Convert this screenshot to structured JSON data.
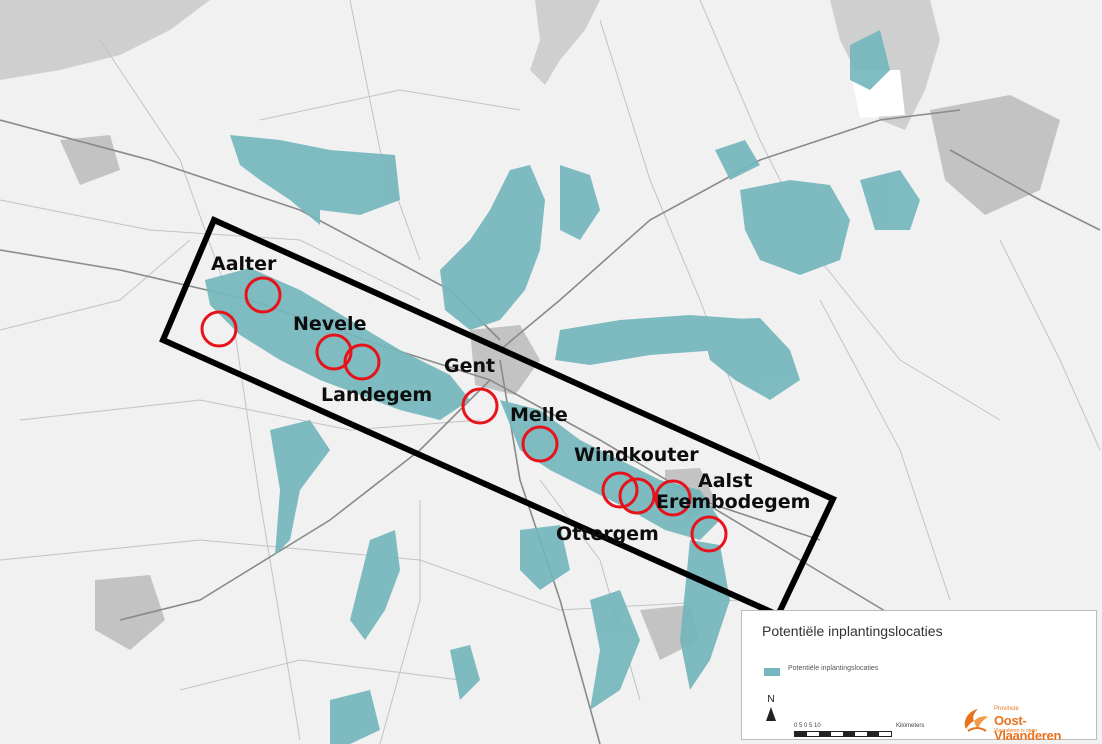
{
  "map": {
    "colors": {
      "background": "#f1f1f1",
      "road_major": "#8a8a8a",
      "road_minor": "#c3c3c3",
      "water": "#cfcfcf",
      "urban": "#b8b8b8",
      "zone_fill": "#74b7bd",
      "marker": "#e8121b",
      "frame": "#000000"
    },
    "places": [
      {
        "key": "aalter",
        "label": "Aalter"
      },
      {
        "key": "nevele",
        "label": "Nevele"
      },
      {
        "key": "landegem",
        "label": "Landegem"
      },
      {
        "key": "gent",
        "label": "Gent"
      },
      {
        "key": "melle",
        "label": "Melle"
      },
      {
        "key": "windkouter",
        "label": "Windkouter"
      },
      {
        "key": "aalst",
        "label": "Aalst"
      },
      {
        "key": "erembodegem",
        "label": "Erembodegem"
      },
      {
        "key": "ottergem",
        "label": "Ottergem"
      }
    ],
    "marker_icon": "red-circle-marker",
    "frame_icon": "study-corridor-rectangle"
  },
  "legend": {
    "title": "Potentiële inplantingslocaties",
    "item_label": "Potentiële inplantingslocaties",
    "item_color": "#74b7bd",
    "north_label": "N",
    "north_icon": "north-arrow-icon",
    "scale_ticks": "0    5    0    5    10",
    "scale_units": "Kilometers",
    "scale_icon": "scale-bar-icon"
  },
  "logo": {
    "icon": "province-logo-icon",
    "small_text": "Provincie",
    "name": "Oost-Vlaanderen",
    "sub_text": "Vlaanderen is open"
  }
}
